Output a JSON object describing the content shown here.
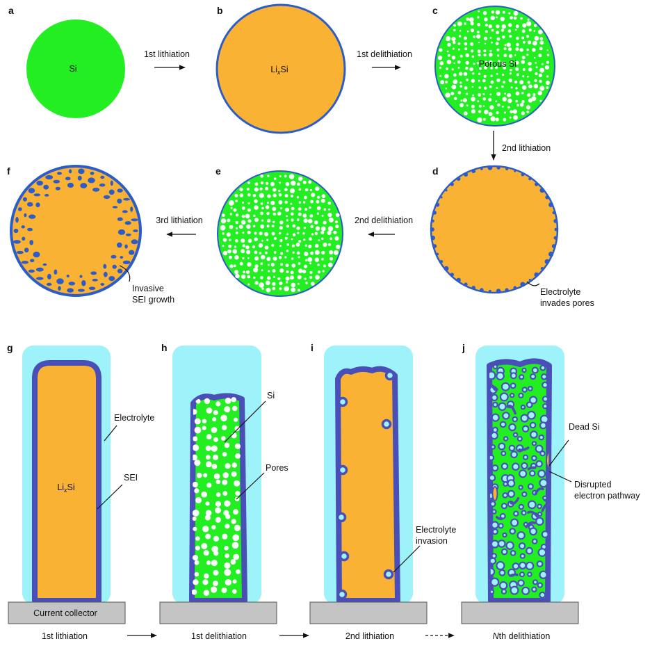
{
  "panels": {
    "a": {
      "letter": "a",
      "material": "Si"
    },
    "b": {
      "letter": "b",
      "material_prefix": "Li",
      "material_sub": "x",
      "material_suffix": "Si"
    },
    "c": {
      "letter": "c",
      "material": "Porous Si"
    },
    "d": {
      "letter": "d",
      "note_line1": "Electrolyte",
      "note_line2": "invades pores"
    },
    "e": {
      "letter": "e"
    },
    "f": {
      "letter": "f",
      "note_line1": "Invasive",
      "note_line2": "SEI growth"
    },
    "g": {
      "letter": "g",
      "material_prefix": "Li",
      "material_sub": "x",
      "material_suffix": "Si",
      "label_electrolyte": "Electrolyte",
      "label_sei": "SEI",
      "collector": "Current collector"
    },
    "h": {
      "letter": "h",
      "label_si": "Si",
      "label_pores": "Pores"
    },
    "i": {
      "letter": "i",
      "label_line1": "Electrolyte",
      "label_line2": "invasion"
    },
    "j": {
      "letter": "j",
      "label_dead": "Dead Si",
      "label_line1": "Disrupted",
      "label_line2": "electron pathway"
    }
  },
  "steps": {
    "first_lithiation": "1st lithiation",
    "first_delithiation": "1st delithiation",
    "second_lithiation": "2nd lithiation",
    "second_delithiation": "2nd delithiation",
    "third_lithiation": "3rd lithiation"
  },
  "bottom_steps": {
    "s1": "1st lithiation",
    "s2": "1st delithiation",
    "s3": "2nd lithiation",
    "s4_italic": "N",
    "s4_rest": "th delithiation"
  },
  "colors": {
    "silicon": "#22ee22",
    "lithiated": "#f9b233",
    "sei": "#4a4fb8",
    "electrolyte": "#9ef2f9",
    "collector": "#c4c4c4",
    "rim": "#2b5cc8"
  }
}
